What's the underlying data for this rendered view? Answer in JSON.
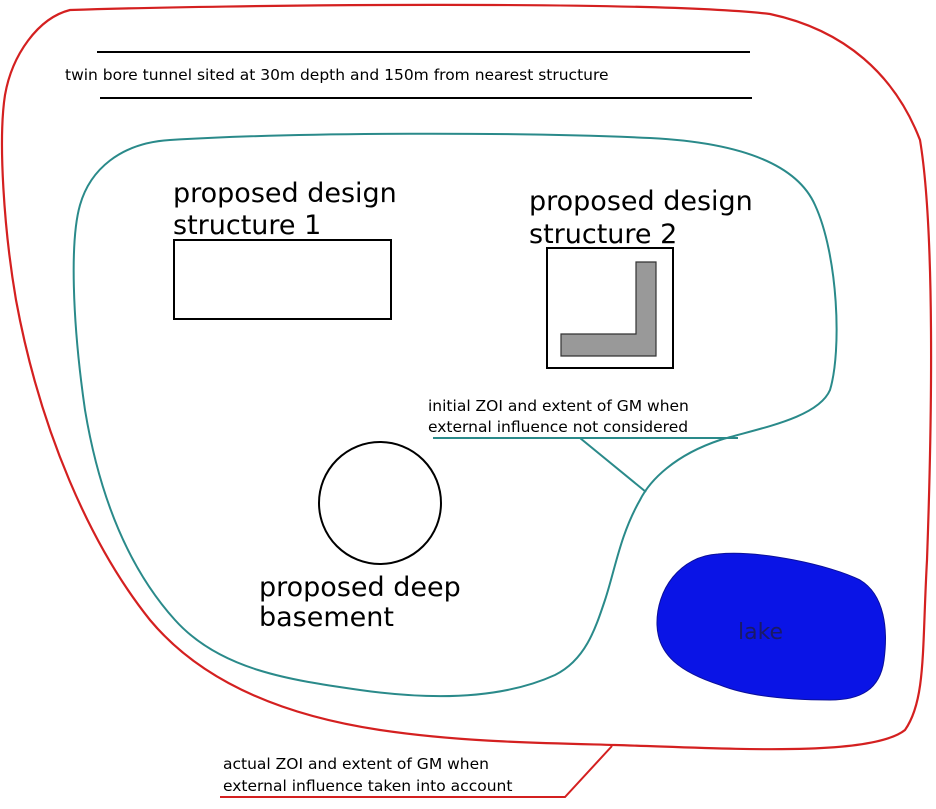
{
  "tunnel_note": "twin bore tunnel sited at 30m depth and 150m from nearest structure",
  "structure_1": {
    "label_line1": "proposed design",
    "label_line2": "structure 1"
  },
  "structure_2": {
    "label_line1": "proposed design",
    "label_line2": "structure 2"
  },
  "basement": {
    "label_line1": "proposed deep",
    "label_line2": "basement"
  },
  "initial_zoi": {
    "label_line1": "initial ZOI and extent of GM when",
    "label_line2": "external influence not considered"
  },
  "actual_zoi": {
    "label_line1": "actual ZOI and extent of GM when",
    "label_line2": "external influence taken into account"
  },
  "lake": {
    "label": "lake"
  },
  "colors": {
    "actual_zoi_boundary": "#d42020",
    "initial_zoi_boundary": "#2a8a8a",
    "lake_fill": "#0a14e6",
    "structure_2_core_fill": "#999999"
  }
}
